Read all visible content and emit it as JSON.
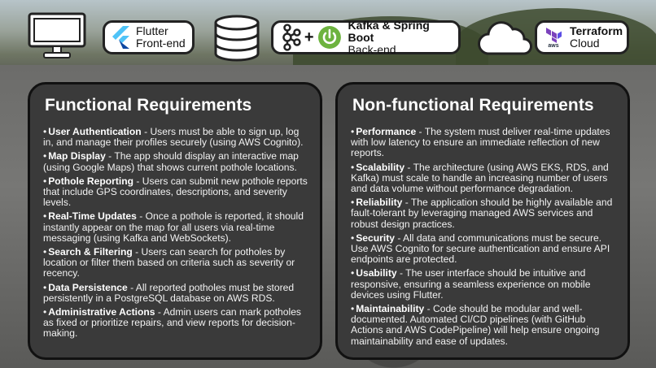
{
  "header": {
    "flutter": {
      "line1": "Flutter",
      "line2": "Front-end"
    },
    "backend": {
      "line1": "Kafka & Spring Boot",
      "line2": "Back-end",
      "plus": "+"
    },
    "terraform": {
      "line1": "Terraform",
      "line2": "Cloud",
      "aws": "aws"
    }
  },
  "functional": {
    "title": "Functional Requirements",
    "items": [
      {
        "name": "User Authentication",
        "text": " - Users must be able to sign up, log in, and manage their profiles securely (using AWS Cognito)."
      },
      {
        "name": "Map Display",
        "text": " - The app should display an interactive map (using Google Maps) that shows current pothole locations."
      },
      {
        "name": "Pothole Reporting",
        "text": " - Users can submit new pothole reports that include GPS coordinates, descriptions, and severity levels."
      },
      {
        "name": "Real-Time Updates",
        "text": " - Once a pothole is reported, it should instantly appear on the map for all users via real-time messaging (using Kafka and WebSockets)."
      },
      {
        "name": "Search & Filtering",
        "text": " - Users can search for potholes by location or filter them based on criteria such as severity or recency."
      },
      {
        "name": "Data Persistence",
        "text": "  - All reported potholes must be stored persistently in a PostgreSQL database on AWS RDS."
      },
      {
        "name": "Administrative Actions",
        "text": " - Admin users can mark potholes as fixed or prioritize repairs, and view reports for decision-making."
      }
    ]
  },
  "nonfunctional": {
    "title": "Non-functional Requirements",
    "items": [
      {
        "name": "Performance",
        "text": "  - The system must deliver real-time updates with low latency to ensure an immediate reflection of new reports."
      },
      {
        "name": "Scalability",
        "text": " - The architecture (using AWS EKS, RDS, and Kafka) must scale to handle an increasing number of users and data volume without performance degradation."
      },
      {
        "name": "Reliability",
        "text": " - The application should be highly available and fault-tolerant by leveraging managed AWS services and robust design practices."
      },
      {
        "name": "Security",
        "text": " - All data and communications must be secure. Use AWS Cognito for secure authentication and ensure API endpoints are protected."
      },
      {
        "name": "Usability",
        "text": " - The user interface should be intuitive and responsive, ensuring a seamless experience on mobile devices using Flutter."
      },
      {
        "name": "Maintainability",
        "text": " - Code should be modular and well-documented. Automated CI/CD pipelines (with GitHub Actions and AWS CodePipeline) will help ensure ongoing maintainability and ease of updates."
      }
    ]
  },
  "colors": {
    "flutter": "#4fc3f7",
    "spring": "#6db33f",
    "terraform": "#7b42bc",
    "card": "#3a3a3a"
  }
}
